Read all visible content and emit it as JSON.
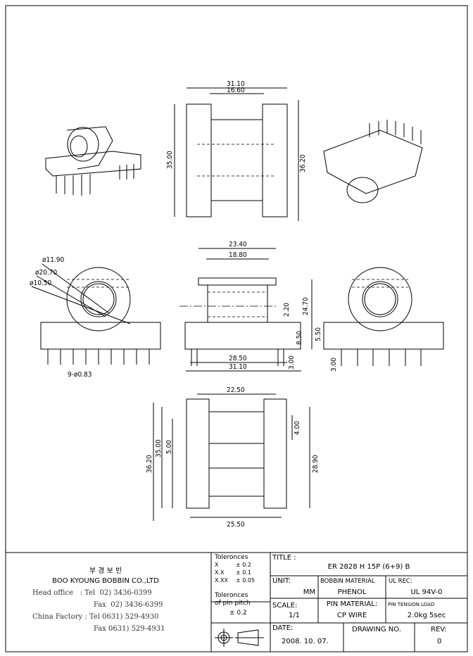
{
  "dimensions": {
    "top_view": {
      "outer_width": "31.10",
      "inner_width": "16.60",
      "height_left": "35.00",
      "height_right": "36.20"
    },
    "side_view": {
      "d1": "ø11.90",
      "d2": "ø20.70",
      "d3": "ø10.50",
      "pins": "9-ø0.83"
    },
    "front_view": {
      "w1": "23.40",
      "w2": "18.80",
      "h1": "2.20",
      "h2": "24.70",
      "h3": "8.50",
      "h4": "3.00",
      "w3": "28.50",
      "w4": "31.10"
    },
    "right_view": {
      "h1": "5.50",
      "h2": "3.00"
    },
    "bottom_view": {
      "w1": "22.50",
      "w2": "25.50",
      "h1": "36.20",
      "h2": "35.00",
      "h3": "5.00",
      "h4": "4.00",
      "h5": "28.90"
    }
  },
  "company": {
    "korean_name": "부 경 보 빈",
    "name": "BOO KYOUNG BOBBIN CO.,LTD",
    "lines": [
      "Head office   : Tel  02) 3436-0399",
      "Fax  02) 3436-6399",
      "China Factory : Tel 0631) 529-4930",
      "Fax 0631) 529-4931"
    ]
  },
  "tolerances": {
    "label": "Toleronces",
    "rows": [
      [
        "X",
        "± 0.2"
      ],
      [
        "X.X",
        "± 0.1"
      ],
      [
        "X.XX",
        "± 0.05"
      ]
    ],
    "pitch_label1": "Toleronces",
    "pitch_label2": "of pin pitch",
    "pitch_value": "± 0.2"
  },
  "title_block": {
    "title_label": "TITLE :",
    "title": "ER 2828 H 15P (6+9) B",
    "unit_label": "UNIT:",
    "unit": "MM",
    "bobbin_material_label": "BOBBIN MATERIAL",
    "bobbin_material": "PHENOL",
    "ul_label": "UL REC:",
    "ul": "UL 94V-0",
    "scale_label": "SCALE:",
    "scale": "1/1",
    "pin_material_label": "PIN MATERIAL:",
    "pin_material": "CP WIRE",
    "pin_tension_label": "PIN TENSION LOAD",
    "pin_tension": "2.0kg 5sec",
    "date_label": "DATE:",
    "date": "2008. 10. 07.",
    "drawing_no_label": "DRAWING NO.",
    "rev_label": "REV:",
    "rev": "0"
  }
}
